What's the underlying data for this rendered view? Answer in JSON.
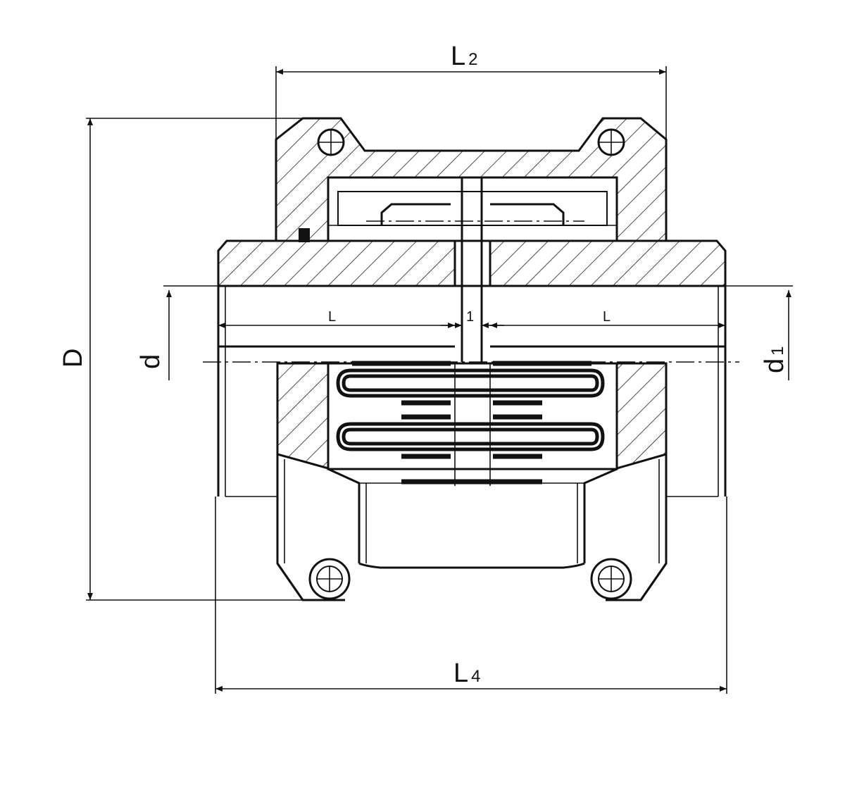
{
  "dimensions": {
    "L2": {
      "main": "L",
      "sub": "2"
    },
    "L4": {
      "main": "L",
      "sub": "4"
    },
    "D": {
      "main": "D"
    },
    "d": {
      "main": "d"
    },
    "d1": {
      "main": "d",
      "sub": "1"
    },
    "L_left": {
      "main": "L"
    },
    "L_right": {
      "main": "L"
    },
    "gap": {
      "main": "1"
    }
  },
  "colors": {
    "line": "#111111",
    "background": "#ffffff"
  }
}
